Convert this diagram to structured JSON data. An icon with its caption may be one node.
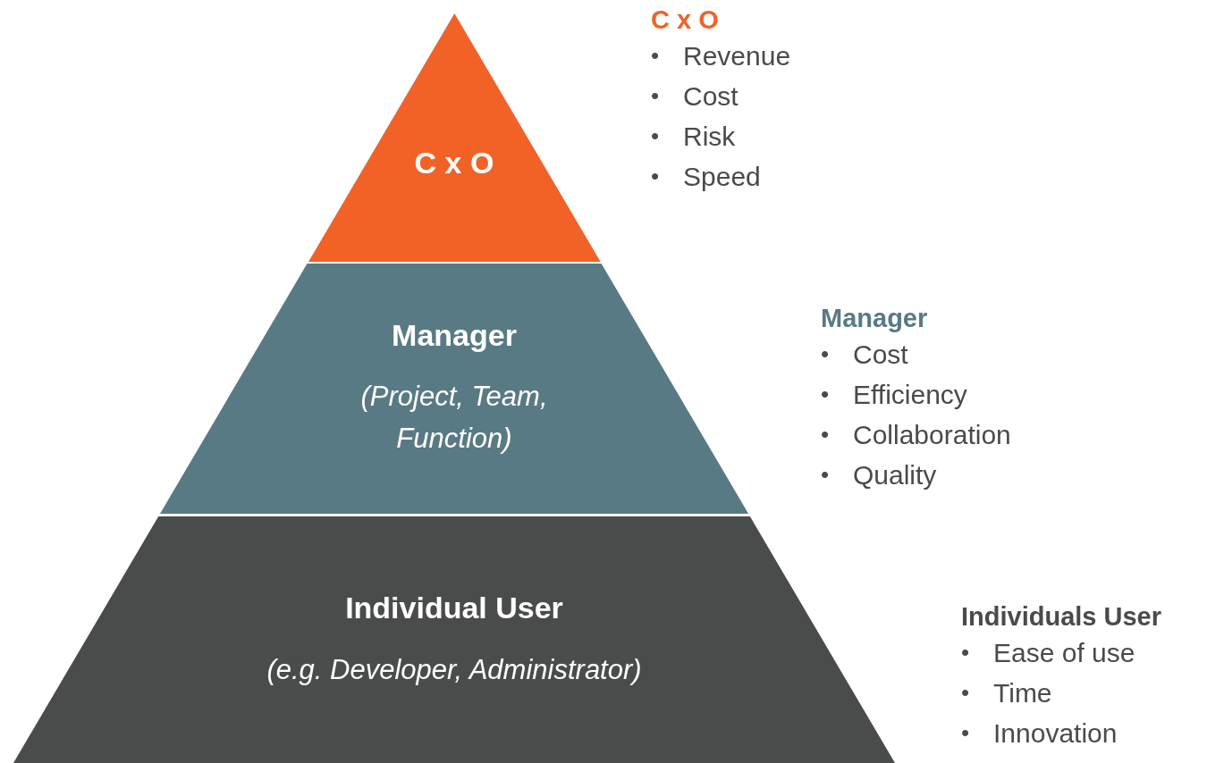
{
  "diagram": {
    "nodes": [
      {
        "text": [
          "C x O"
        ],
        "beside": [
          "C x O",
          "•",
          "Revenue",
          "•",
          "Cost",
          "•",
          "Risk",
          "•",
          "Speed"
        ]
      },
      {
        "text": [
          "Manager",
          "(Project, Team, Function)"
        ],
        "beside": [
          "Manager",
          "•",
          "Cost",
          "•",
          "Efficiency",
          "•",
          "Collaboration",
          "•",
          "Quality"
        ]
      },
      {
        "text": [
          "Individual User",
          "(e.g. Developer, Administrator)"
        ],
        "beside": [
          "Individuals User",
          "•",
          "Ease of use",
          "•",
          "Time",
          "•",
          "Innovation"
        ]
      }
    ]
  }
}
